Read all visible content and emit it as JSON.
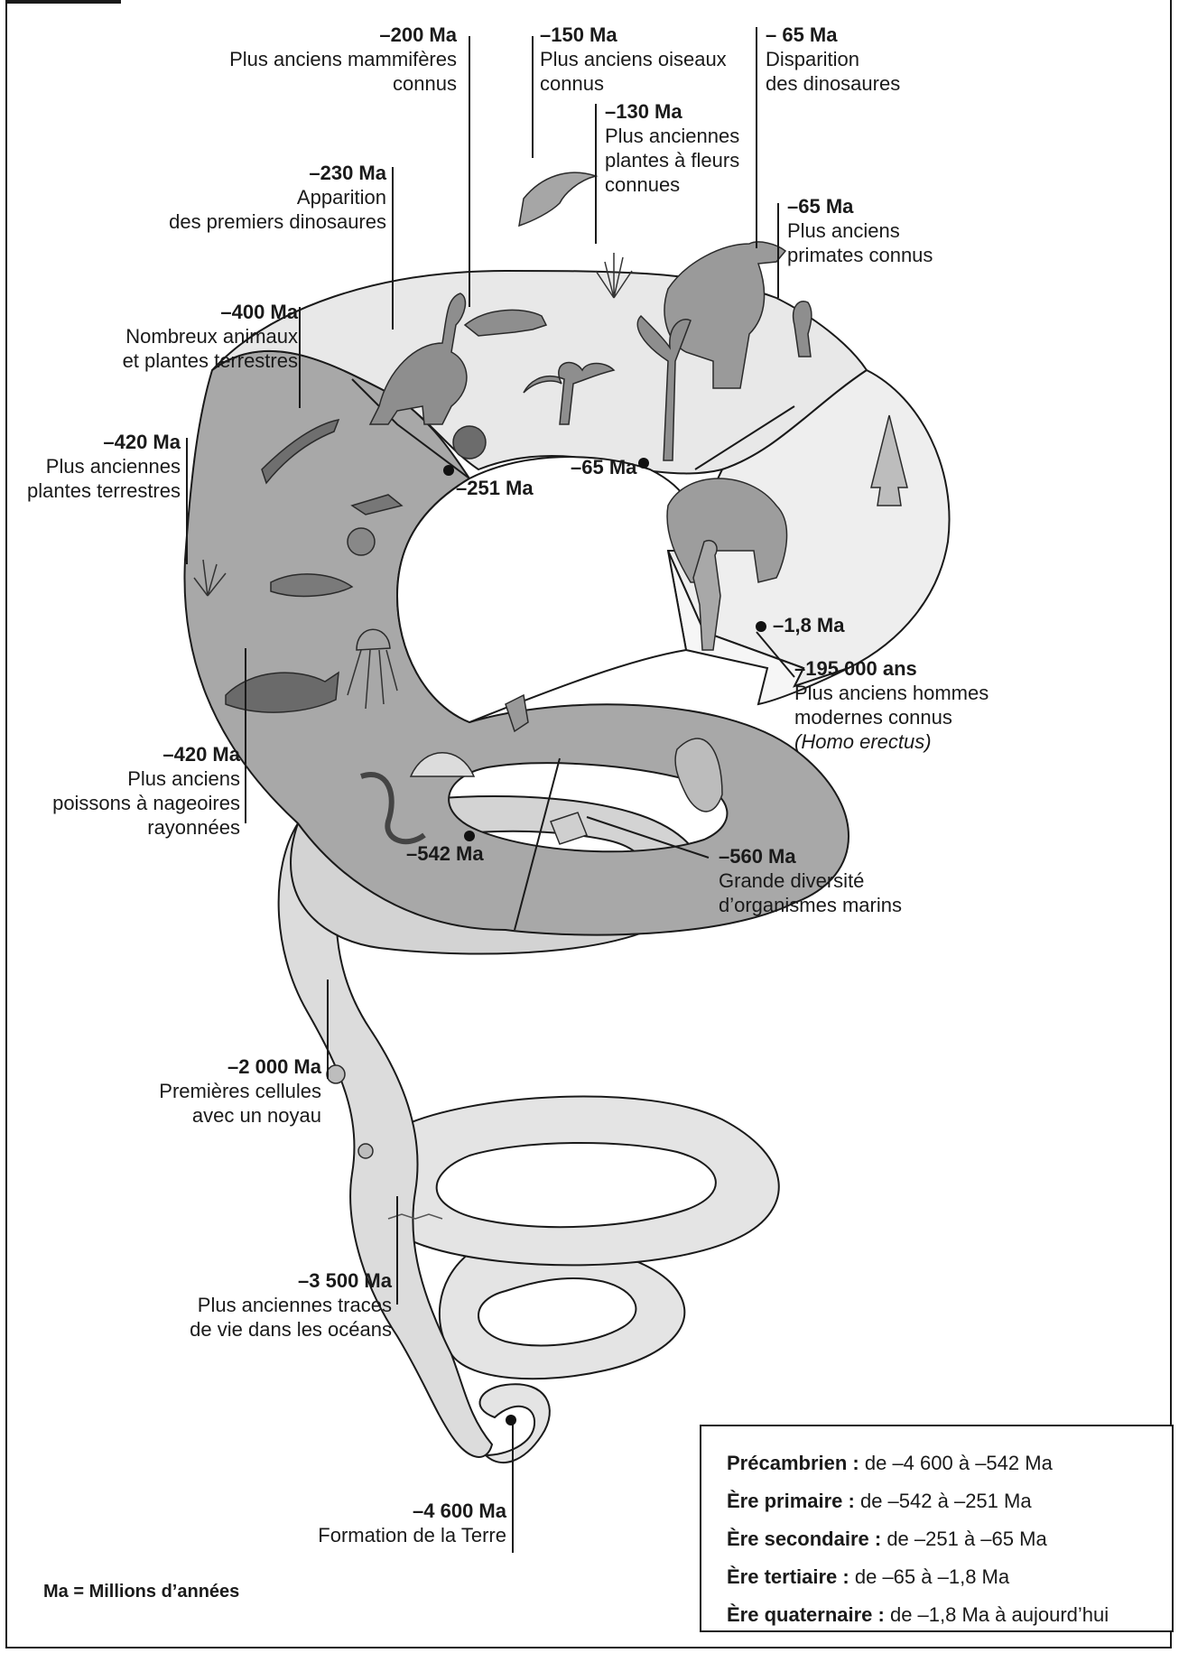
{
  "annotations": [
    {
      "id": "a200",
      "date": "–200 Ma",
      "lines": [
        "Plus anciens mammifères",
        "connus"
      ]
    },
    {
      "id": "a150",
      "date": "–150 Ma",
      "lines": [
        "Plus anciens oiseaux",
        "connus"
      ]
    },
    {
      "id": "a65d",
      "date": "– 65 Ma",
      "lines": [
        "Disparition",
        "des dinosaures"
      ]
    },
    {
      "id": "a130",
      "date": "–130 Ma",
      "lines": [
        "Plus anciennes",
        "plantes à fleurs",
        "connues"
      ]
    },
    {
      "id": "a230",
      "date": "–230 Ma",
      "lines": [
        "Apparition",
        "des premiers dinosaures"
      ]
    },
    {
      "id": "a65p",
      "date": "–65 Ma",
      "lines": [
        "Plus anciens",
        "primates connus"
      ]
    },
    {
      "id": "a400",
      "date": "–400 Ma",
      "lines": [
        "Nombreux animaux",
        "et plantes terrestres"
      ]
    },
    {
      "id": "a420p",
      "date": "–420 Ma",
      "lines": [
        "Plus anciennes",
        "plantes terrestres"
      ]
    },
    {
      "id": "a195k",
      "date": "–195 000 ans",
      "lines": [
        "Plus anciens hommes",
        "modernes connus",
        "(Homo erectus)"
      ]
    },
    {
      "id": "a420f",
      "date": "–420 Ma",
      "lines": [
        "Plus anciens",
        "poissons à nageoires",
        "rayonnées"
      ]
    },
    {
      "id": "a560",
      "date": "–560 Ma",
      "lines": [
        "Grande diversité",
        "d’organismes marins"
      ]
    },
    {
      "id": "a2000",
      "date": "–2 000 Ma",
      "lines": [
        "Premières cellules",
        "avec un noyau"
      ]
    },
    {
      "id": "a3500",
      "date": "–3 500 Ma",
      "lines": [
        "Plus anciennes traces",
        "de vie dans les océans"
      ]
    },
    {
      "id": "a4600",
      "date": "–4 600 Ma",
      "lines": [
        "Formation de la Terre"
      ]
    }
  ],
  "boundaries": {
    "b251": "–251 Ma",
    "b65": "–65 Ma",
    "b18": "–1,8 Ma",
    "b542": "–542 Ma"
  },
  "legend": [
    {
      "name": "Précambrien :",
      "range": "de –4 600 à –542 Ma"
    },
    {
      "name": "Ère primaire :",
      "range": "de –542 à –251 Ma"
    },
    {
      "name": "Ère secondaire :",
      "range": "de –251 à –65 Ma"
    },
    {
      "name": "Ère tertiaire :",
      "range": "de –65 à –1,8 Ma"
    },
    {
      "name": "Ère quaternaire :",
      "range": "de –1,8 Ma à aujourd’hui"
    }
  ],
  "note": "Ma = Millions d’années",
  "colors": {
    "line": "#1a1a1a",
    "spiral_light": "#e6e6e6",
    "spiral_mid": "#cfcfcf",
    "precambrian": "#b4b4b4",
    "primary": "#a4a4a4",
    "secondary": "#e9e9e9",
    "tertiary": "#ededed",
    "quaternary": "#f4f4f4",
    "figure": "#8e8e8e"
  },
  "icons": [
    "dinosaur-icon",
    "bird-icon",
    "mammal-icon",
    "palm-tree-icon",
    "flower-plant-icon",
    "primate-icon",
    "mammoth-icon",
    "human-icon",
    "pine-tree-icon",
    "amphibian-icon",
    "ammonite-icon",
    "fish-icon",
    "jellyfish-icon",
    "shell-icon",
    "worm-icon",
    "leaf-fossil-icon",
    "cell-icon",
    "plant-icon"
  ]
}
